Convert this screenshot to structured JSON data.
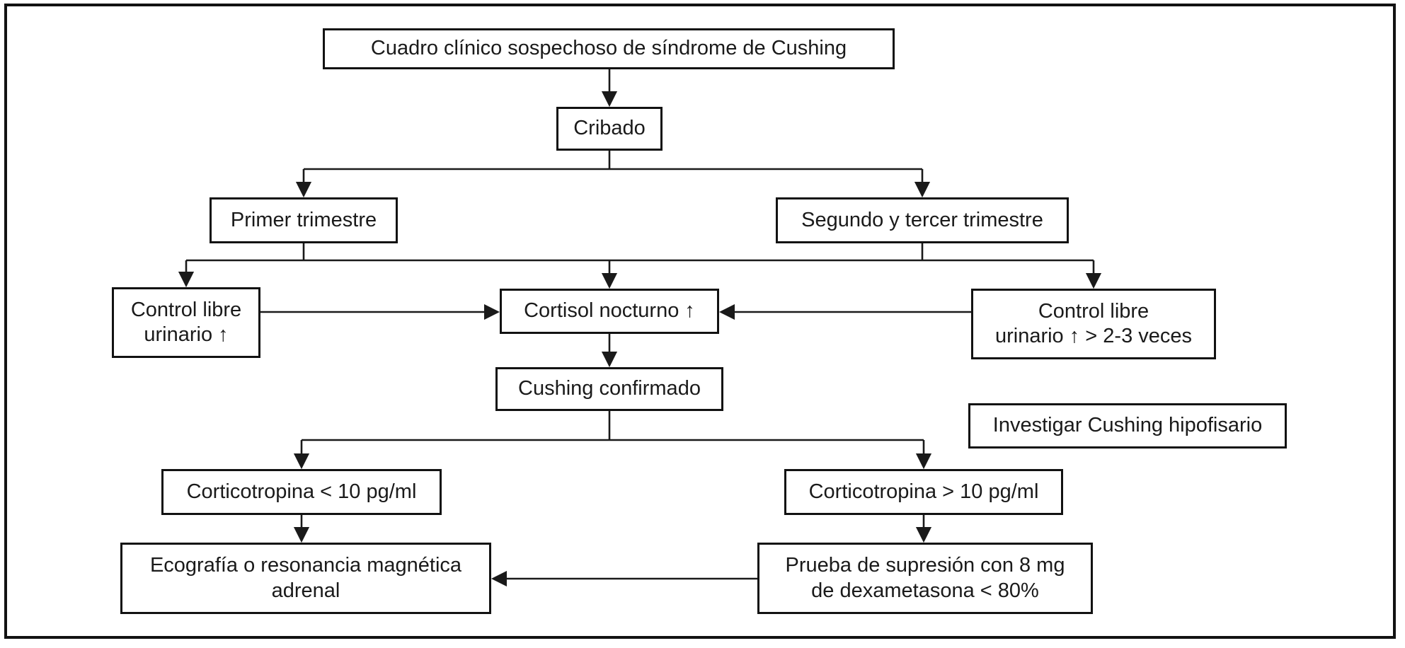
{
  "diagram": {
    "type": "flowchart",
    "language": "es",
    "colors": {
      "background": "#ffffff",
      "line": "#1a1a1a",
      "box_border": "#121212",
      "text": "#1a1a1a"
    },
    "nodes": {
      "cuadro": {
        "label": "Cuadro clínico sospechoso de síndrome de Cushing"
      },
      "cribado": {
        "label": "Cribado"
      },
      "primer": {
        "label": "Primer trimestre"
      },
      "segundo": {
        "label": "Segundo y tercer trimestre"
      },
      "control_izq": {
        "label": "Control libre\nurinario ↑"
      },
      "cortisol": {
        "label": "Cortisol nocturno ↑"
      },
      "control_der": {
        "label": "Control libre\nurinario ↑ > 2-3 veces"
      },
      "confirmado": {
        "label": "Cushing confirmado"
      },
      "investigar": {
        "label": "Investigar Cushing hipofisario"
      },
      "acth_baja": {
        "label": "Corticotropina < 10 pg/ml"
      },
      "acth_alta": {
        "label": "Corticotropina > 10 pg/ml"
      },
      "ecografia": {
        "label": "Ecografía o resonancia magnética\nadrenal"
      },
      "prueba": {
        "label": "Prueba de supresión con 8 mg\nde dexametasona < 80%"
      }
    },
    "edges": [
      {
        "from": "cuadro",
        "to": "cribado"
      },
      {
        "from": "cribado",
        "to": "primer"
      },
      {
        "from": "cribado",
        "to": "segundo"
      },
      {
        "from": "primer",
        "to": "control_izq"
      },
      {
        "from": "primer",
        "to": "cortisol"
      },
      {
        "from": "segundo",
        "to": "cortisol"
      },
      {
        "from": "segundo",
        "to": "control_der"
      },
      {
        "from": "control_izq",
        "to": "cortisol"
      },
      {
        "from": "control_der",
        "to": "cortisol"
      },
      {
        "from": "cortisol",
        "to": "confirmado"
      },
      {
        "from": "confirmado",
        "to": "acth_baja"
      },
      {
        "from": "confirmado",
        "to": "acth_alta"
      },
      {
        "from": "acth_baja",
        "to": "ecografia"
      },
      {
        "from": "acth_alta",
        "to": "prueba"
      },
      {
        "from": "prueba",
        "to": "ecografia"
      }
    ]
  }
}
